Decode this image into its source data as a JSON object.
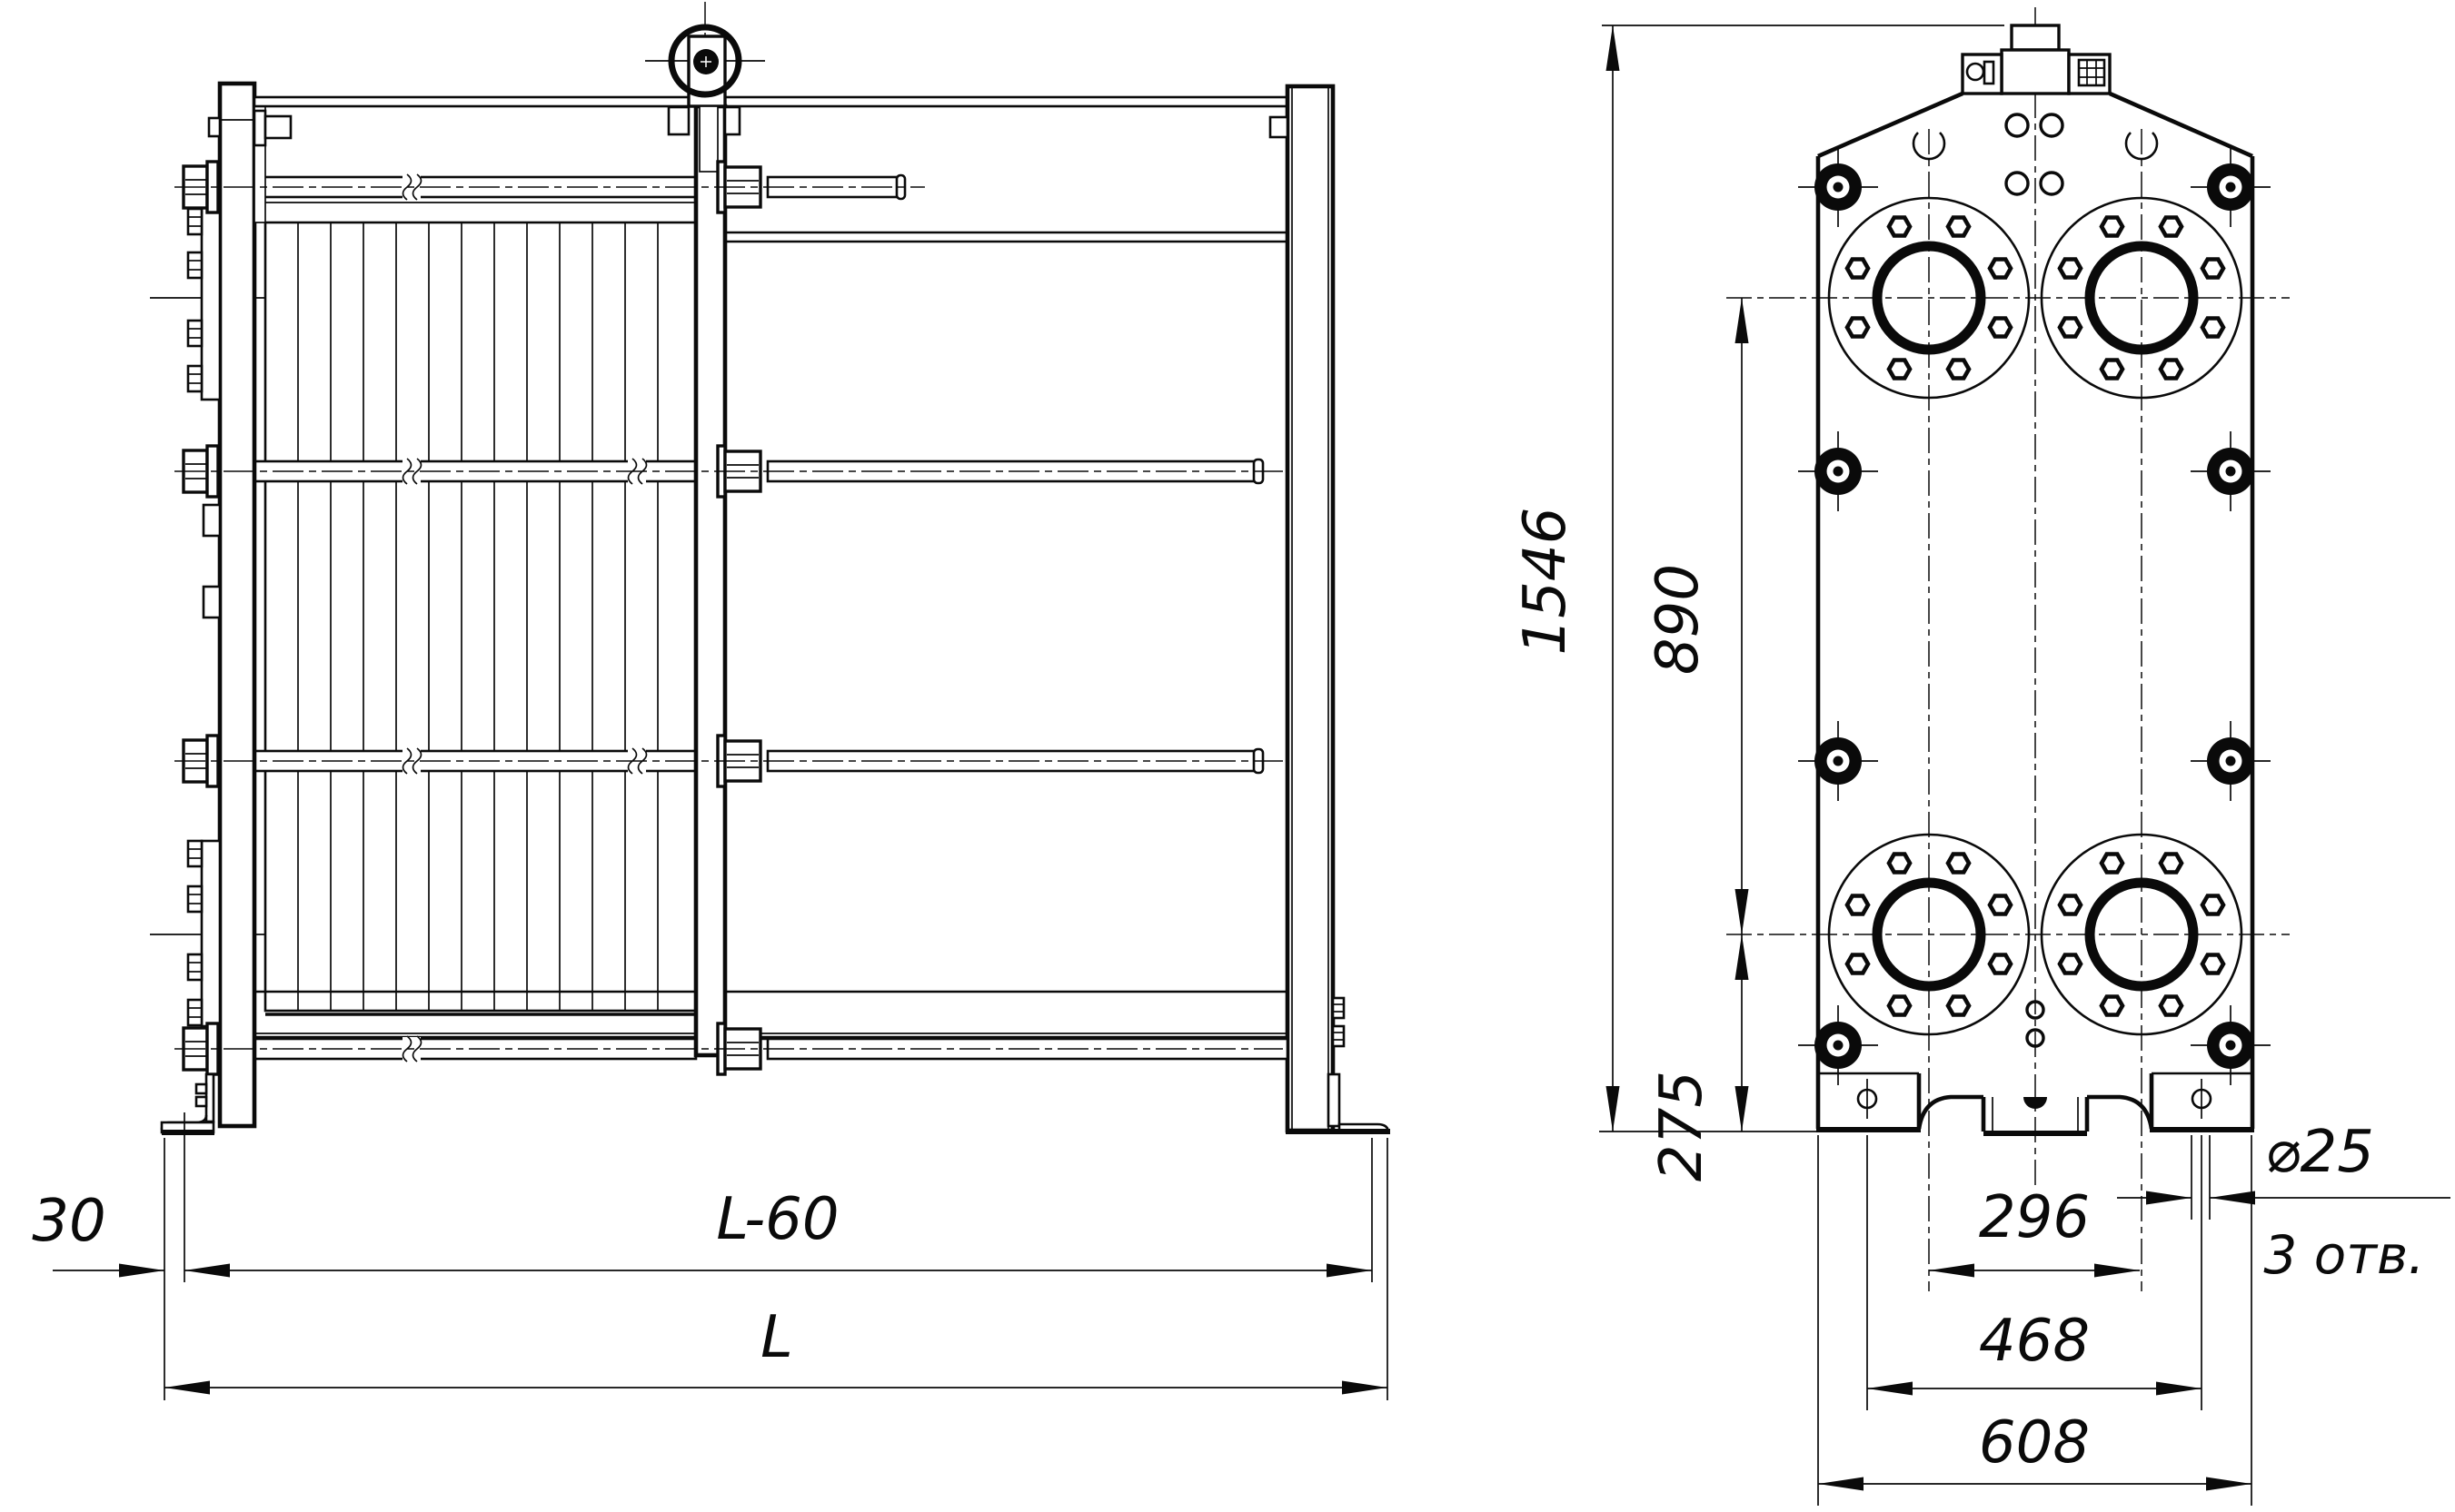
{
  "drawing": {
    "dims": {
      "side": {
        "foot_offset": "30",
        "tie_rod_length": "L-60",
        "overall_length": "L"
      },
      "front": {
        "overall_height": "1546",
        "port_vertical_span": "890",
        "port_bottom_height": "275",
        "port_horizontal_pitch": "296",
        "foot_hole_pitch": "468",
        "plate_width": "608",
        "foot_hole_diameter": "⌀25",
        "foot_hole_count": "3 отв."
      }
    }
  }
}
